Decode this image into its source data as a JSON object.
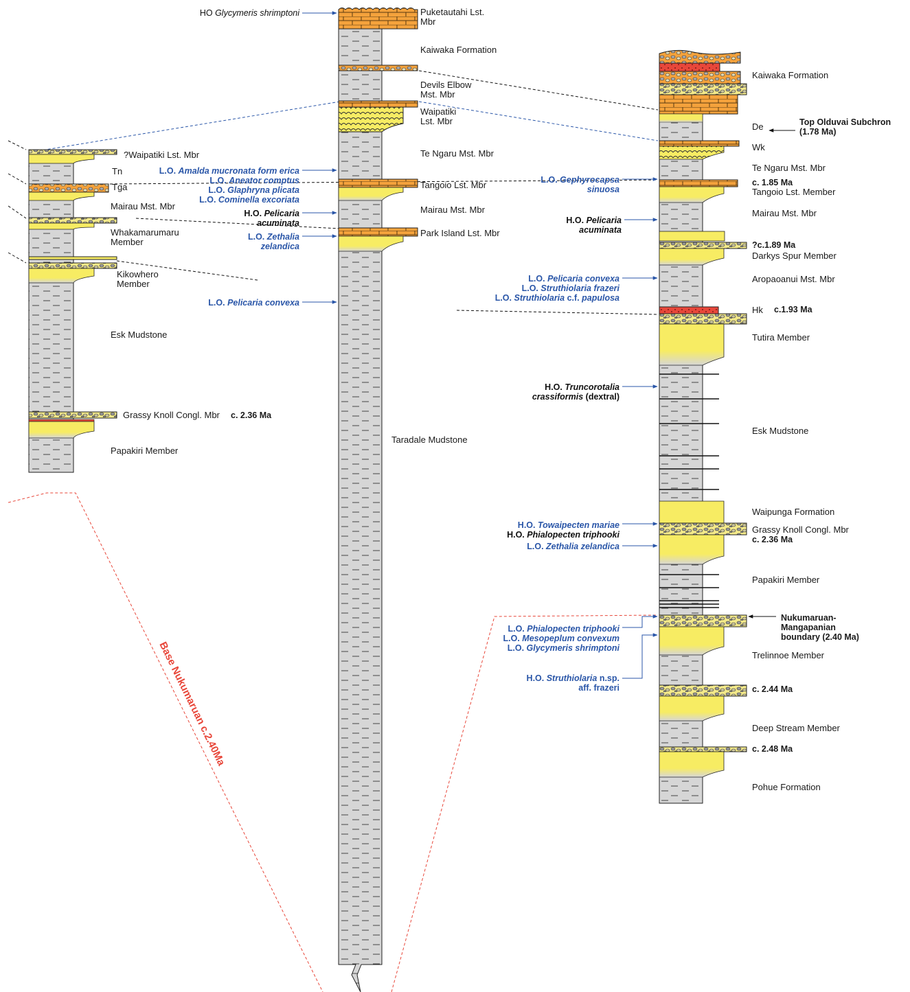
{
  "colors": {
    "mudstone": "#d6d6d6",
    "sand": "#f7ec63",
    "limestone": "#f4a23c",
    "conglomerate_fill": "#f3e98a",
    "red_bed": "#e8473a",
    "bio_blue": "#2a56a8",
    "correlation_black": "#111111",
    "correlation_blue": "#2a56a8",
    "base_red": "#e8473a"
  },
  "left_column": {
    "labels": {
      "waipatiki": "?Waipatiki Lst. Mbr",
      "tn": "Tn",
      "tga": "Tga",
      "mairau": "Mairau Mst. Mbr",
      "whakamarumaru_1": "Whakamarumaru",
      "whakamarumaru_2": "Member",
      "kikowhero_1": "Kikowhero",
      "kikowhero_2": "Member",
      "esk": "Esk Mudstone",
      "grassy": "Grassy Knoll Congl. Mbr",
      "grassy_age": "c. 2.36 Ma",
      "papakiri": "Papakiri Member"
    }
  },
  "middle_column": {
    "labels": {
      "puketautahi_1": "Puketautahi Lst.",
      "puketautahi_2": "Mbr",
      "kaiwaka": "Kaiwaka Formation",
      "devils_1": "Devils Elbow",
      "devils_2": "Mst. Mbr",
      "waipatiki_1": "Waipatiki",
      "waipatiki_2": "Lst. Mbr",
      "te_ngaru": "Te Ngaru Mst. Mbr",
      "tangoio": "Tangoio Lst. Mbr",
      "mairau": "Mairau Mst. Mbr",
      "park_island": "Park Island Lst. Mbr",
      "taradale": "Taradale Mudstone"
    },
    "bio": {
      "ho_glyc_prefix": "HO ",
      "ho_glyc_taxon": "Glycymeris shrimptoni",
      "lo_amalda_prefix": "L.O. ",
      "lo_amalda_taxon": "Amalda mucronata form erica",
      "lo_aneator_prefix": "L.O. ",
      "lo_aneator_taxon": "Aneator comptus",
      "lo_glaphryna_prefix": "L.O. ",
      "lo_glaphryna_taxon": "Glaphryna plicata",
      "lo_cominella_prefix": "L.O. ",
      "lo_cominella_taxon": "Cominella excoriata",
      "ho_pelicaria_prefix": "H.O. ",
      "ho_pelicaria_taxon1": "Pelicaria",
      "ho_pelicaria_taxon2": "acuminata",
      "lo_zethalia_prefix": "L.O. ",
      "lo_zethalia_taxon1": "Zethalia",
      "lo_zethalia_taxon2": "zelandica",
      "lo_convexa_prefix": "L.O. ",
      "lo_convexa_taxon": "Pelicaria convexa"
    }
  },
  "right_column": {
    "labels": {
      "kaiwaka": "Kaiwaka Formation",
      "de": "De",
      "olduvai_1": "Top Olduvai Subchron",
      "olduvai_2": "(1.78 Ma)",
      "wk": "Wk",
      "te_ngaru": "Te Ngaru Mst. Mbr",
      "age_185": "c. 1.85 Ma",
      "tangoio": "Tangoio Lst. Member",
      "mairau": "Mairau Mst. Mbr",
      "age_189": "?c.1.89 Ma",
      "darkys": "Darkys Spur Member",
      "aropaoanui": "Aropaoanui Mst. Mbr",
      "hk": "Hk",
      "age_193": "c.1.93 Ma",
      "tutira": "Tutira Member",
      "esk": "Esk Mudstone",
      "waipunga": "Waipunga Formation",
      "grassy": "Grassy Knoll Congl. Mbr",
      "age_236": "c. 2.36 Ma",
      "papakiri": "Papakiri Member",
      "boundary_1": "Nukumaruan-",
      "boundary_2": "Mangapanian",
      "boundary_3": "boundary (2.40 Ma)",
      "trelinnoe": "Trelinnoe Member",
      "age_244": "c. 2.44 Ma",
      "deep_stream": "Deep Stream Member",
      "age_248": "c. 2.48 Ma",
      "pohue": "Pohue Formation"
    },
    "bio": {
      "lo_gephyro_prefix": "L.O. ",
      "lo_gephyro_taxon1": "Gephyrocapsa",
      "lo_gephyro_taxon2": "sinuosa",
      "ho_pelicaria_prefix": "H.O. ",
      "ho_pelicaria_taxon1": "Pelicaria",
      "ho_pelicaria_taxon2": "acuminata",
      "lo_convexa_prefix": "L.O. ",
      "lo_convexa_taxon": "Pelicaria convexa",
      "lo_frazeri_prefix": "L.O. ",
      "lo_frazeri_taxon": "Struthiolaria frazeri",
      "lo_papulosa_prefix": "L.O. ",
      "lo_papulosa_taxon": "Struthiolaria",
      "lo_papulosa_suffix": " c.f. ",
      "lo_papulosa_taxon2": "papulosa",
      "ho_trunco_prefix": "H.O. ",
      "ho_trunco_taxon1": "Truncorotalia",
      "ho_trunco_taxon2": "crassiformis",
      "ho_trunco_suffix": " (dextral)",
      "ho_towai_prefix": "H.O. ",
      "ho_towai_taxon": "Towaipecten mariae",
      "ho_phialo_prefix": "H.O. ",
      "ho_phialo_taxon": "Phialopecten triphooki",
      "lo_zethalia_prefix": "L.O. ",
      "lo_zethalia_taxon": "Zethalia zelandica",
      "lo_phialo_prefix": "L.O. ",
      "lo_phialo_taxon": "Phialopecten triphooki",
      "lo_meso_prefix": "L.O. ",
      "lo_meso_taxon": "Mesopeplum convexum",
      "lo_glyc_prefix": "L.O. ",
      "lo_glyc_taxon": "Glycymeris shrimptoni",
      "ho_struth_prefix": "H.O. ",
      "ho_struth_taxon": "Struthiolaria",
      "ho_struth_suffix": " n.sp.",
      "ho_struth_line2": "aff. frazeri"
    }
  },
  "base_line_label": "Base Nukumaruan c.2.40Ma"
}
